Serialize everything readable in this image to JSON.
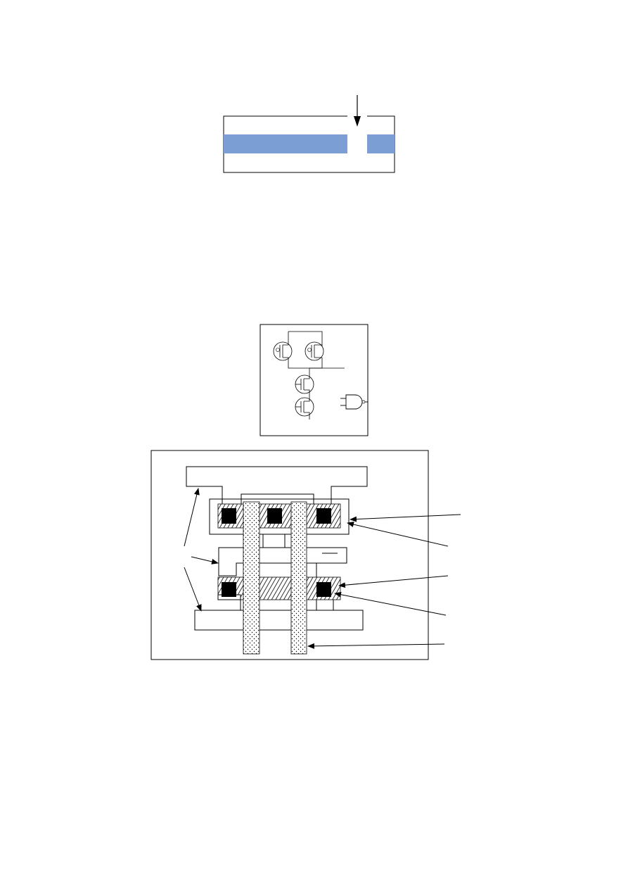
{
  "figures": [
    {
      "id": "metal-line-gap",
      "description_present": false
    },
    {
      "id": "nand-schematic"
    },
    {
      "id": "nand-layout"
    }
  ],
  "colors": {
    "metal_blue": "#7b9fd4",
    "stroke": "#000000",
    "contact": "#000000",
    "background": "#ffffff"
  },
  "icons": [
    "down-arrow-icon",
    "nand-gate-icon",
    "pmos-transistor-icon",
    "nmos-transistor-icon"
  ]
}
